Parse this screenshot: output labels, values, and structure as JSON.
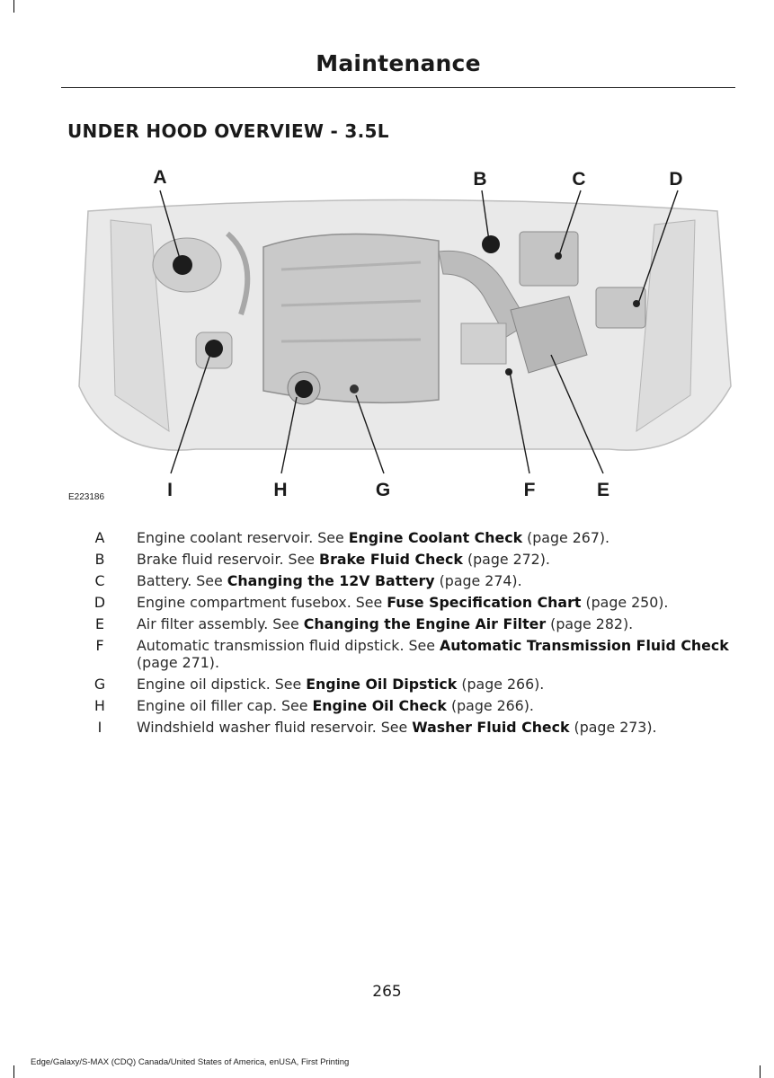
{
  "header": {
    "title": "Maintenance"
  },
  "section": {
    "title": "UNDER HOOD OVERVIEW - 3.5L"
  },
  "figure": {
    "callouts": {
      "A": "A",
      "B": "B",
      "C": "C",
      "D": "D",
      "E": "E",
      "F": "F",
      "G": "G",
      "H": "H",
      "I": "I"
    },
    "code": "E223186"
  },
  "legend": [
    {
      "key": "A",
      "text": "Engine coolant reservoir.  See ",
      "link": "Engine Coolant Check",
      "page": " (page 267)."
    },
    {
      "key": "B",
      "text": "Brake fluid reservoir.  See ",
      "link": "Brake Fluid Check",
      "page": " (page 272)."
    },
    {
      "key": "C",
      "text": "Battery.  See ",
      "link": "Changing the 12V Battery",
      "page": " (page 274)."
    },
    {
      "key": "D",
      "text": "Engine compartment fusebox.  See ",
      "link": "Fuse Specification Chart",
      "page": " (page 250)."
    },
    {
      "key": "E",
      "text": "Air filter assembly.  See ",
      "link": "Changing the Engine Air Filter",
      "page": " (page 282)."
    },
    {
      "key": "F",
      "text": "Automatic transmission fluid dipstick.  See ",
      "link": "Automatic Transmission Fluid Check",
      "page": " (page 271)."
    },
    {
      "key": "G",
      "text": "Engine oil dipstick.  See ",
      "link": "Engine Oil Dipstick",
      "page": " (page 266)."
    },
    {
      "key": "H",
      "text": "Engine oil filler cap.  See ",
      "link": "Engine Oil Check",
      "page": " (page 266)."
    },
    {
      "key": "I",
      "text": "Windshield washer fluid reservoir.  See ",
      "link": "Washer Fluid Check",
      "page": " (page 273)."
    }
  ],
  "footer": {
    "page_number": "265",
    "text": "Edge/Galaxy/S-MAX (CDQ) Canada/United States of America, enUSA, First Printing"
  }
}
